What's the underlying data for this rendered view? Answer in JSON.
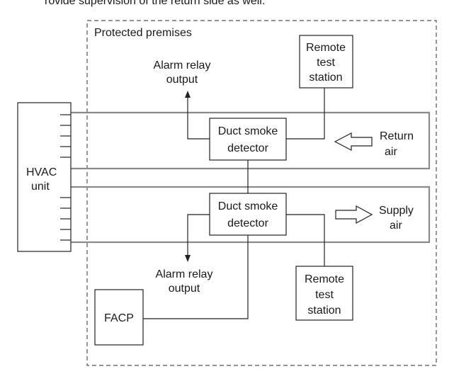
{
  "header": {
    "text": "rovide supervision of the return side as well."
  },
  "premises": {
    "label": "Protected premises"
  },
  "hvac": {
    "line1": "HVAC",
    "line2": "unit"
  },
  "return_detector": {
    "line1": "Duct smoke",
    "line2": "detector"
  },
  "supply_detector": {
    "line1": "Duct smoke",
    "line2": "detector"
  },
  "top_remote": {
    "line1": "Remote",
    "line2": "test",
    "line3": "station"
  },
  "bottom_remote": {
    "line1": "Remote",
    "line2": "test",
    "line3": "station"
  },
  "top_alarm": {
    "line1": "Alarm relay",
    "line2": "output"
  },
  "bottom_alarm": {
    "line1": "Alarm relay",
    "line2": "output"
  },
  "return_air": {
    "line1": "Return",
    "line2": "air"
  },
  "supply_air": {
    "line1": "Supply",
    "line2": "air"
  },
  "facp": {
    "label": "FACP"
  }
}
